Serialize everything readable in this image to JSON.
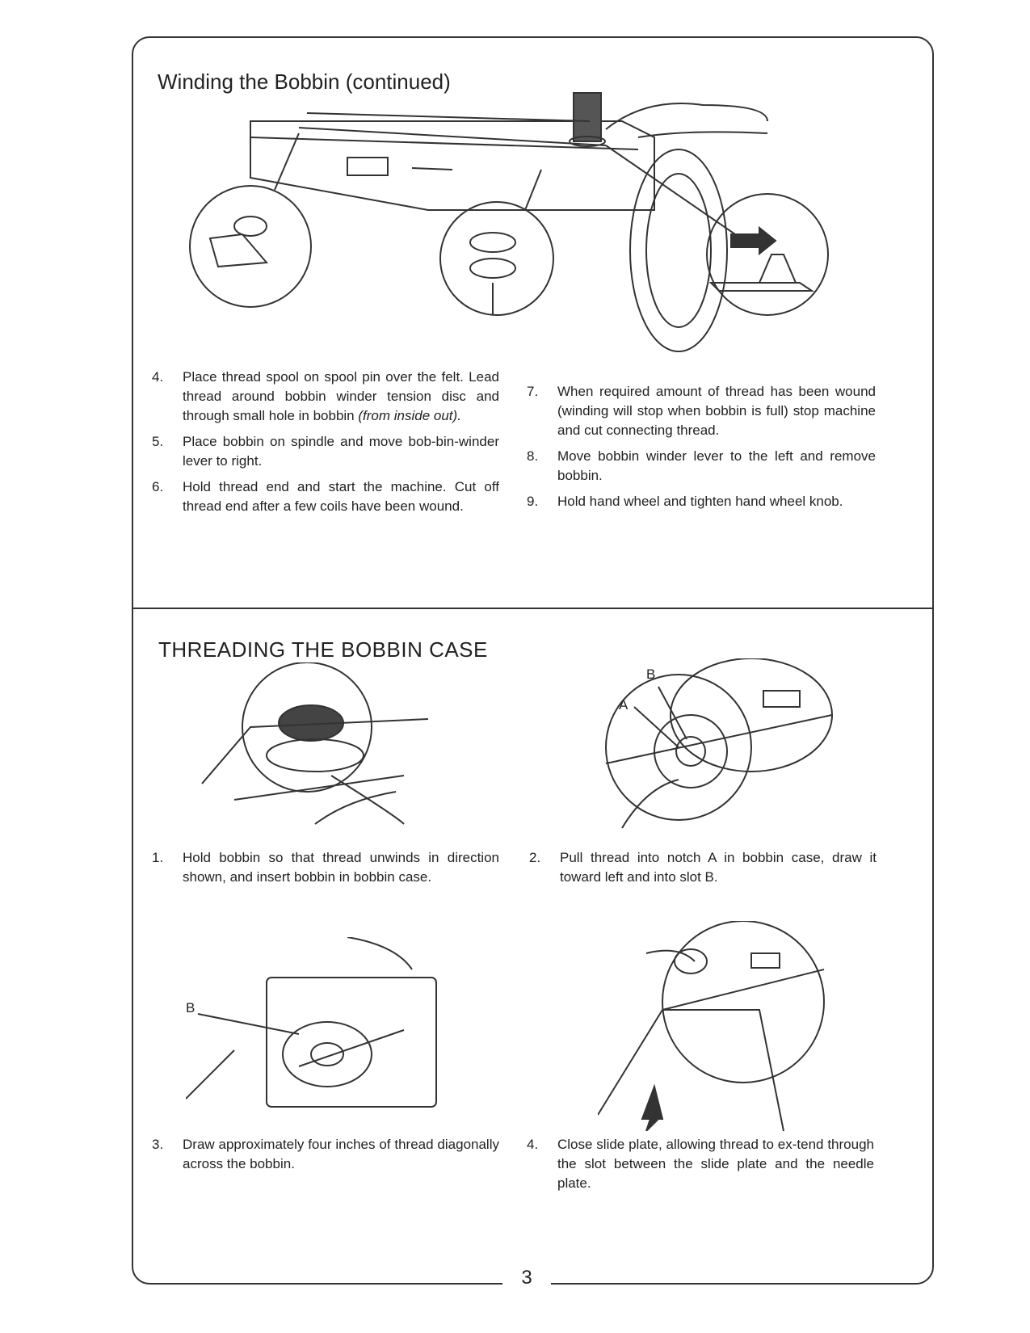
{
  "section1": {
    "title": "Winding the Bobbin (continued)",
    "left_steps": [
      {
        "num": "4.",
        "text": "Place thread spool on spool pin over the felt. Lead thread around bobbin winder tension disc and through small hole in bobbin ",
        "italic": "(from inside out)."
      },
      {
        "num": "5.",
        "text": "Place bobbin on spindle and move bob-bin-winder lever to right.",
        "italic": ""
      },
      {
        "num": "6.",
        "text": "Hold thread end and start the machine. Cut off thread end after a few coils have been wound.",
        "italic": ""
      }
    ],
    "right_steps": [
      {
        "num": "7.",
        "text": "When required amount of thread has been wound (winding will stop when bobbin is full) stop machine and cut connecting thread."
      },
      {
        "num": "8.",
        "text": "Move bobbin winder lever to the left and remove bobbin."
      },
      {
        "num": "9.",
        "text": "Hold hand wheel and tighten hand wheel knob."
      }
    ]
  },
  "section2": {
    "title": "THREADING THE BOBBIN CASE",
    "captions": [
      {
        "num": "1.",
        "text": "Hold bobbin so that thread unwinds in direction shown, and insert bobbin in bobbin case."
      },
      {
        "num": "2.",
        "text": "Pull thread into notch A in bobbin case, draw it toward left and into slot B."
      },
      {
        "num": "3.",
        "text": "Draw approximately four inches of thread diagonally across the bobbin."
      },
      {
        "num": "4.",
        "text": "Close slide plate, allowing thread to ex-tend through the slot between the slide plate and the needle plate."
      }
    ],
    "labels": {
      "a": "A",
      "b": "B",
      "b2": "B"
    }
  },
  "page_number": "3"
}
